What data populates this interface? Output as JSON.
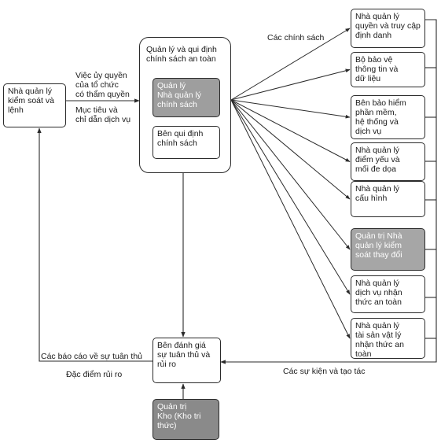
{
  "nodes": {
    "control_manager": "Nhà quản lý\nkiểm soát và\nlệnh",
    "policy_group": "Quản lý và qui định\nchính sách an toàn",
    "policy_manager": "Quản lý\nNhà quản lý\nchính sách",
    "policy_setter": "Bên qui định\nchính sách",
    "compliance": "Bên đánh giá\nsự tuân thủ và\nrủi ro",
    "knowledge": "Quản trị\nKho (Kho tri\nthức)"
  },
  "targets": [
    "Nhà quản lý\nquyền và truy cập\nđịnh danh",
    "Bộ bảo vệ\nthông tin và\ndữ liệu",
    "Bên bảo hiểm\nphần mềm,\nhệ thống và\ndịch vụ",
    "Nhà quản lý\nđiểm yếu và\nmối đe dọa",
    "Nhà quản lý\ncấu hình",
    "Quản trị Nhà\nquản lý kiểm\nsoát thay đổi",
    "Nhà quản lý\ndịch vụ nhận\nthức an toàn",
    "Nhà quản lý\ntài sản vật lý\nnhận thức an toàn"
  ],
  "labels": {
    "policies": "Các chính sách",
    "delegation": "Việc ủy quyền\ncủa tổ chức\ncó thẩm quyền",
    "objectives": "Mục tiêu và\nchỉ dẫn dịch vụ",
    "compliance_reports": "Các báo cáo về sự tuân thủ",
    "risk_profile": "Đặc điểm rủi ro",
    "events": "Các sự kiện và tạo tác"
  }
}
